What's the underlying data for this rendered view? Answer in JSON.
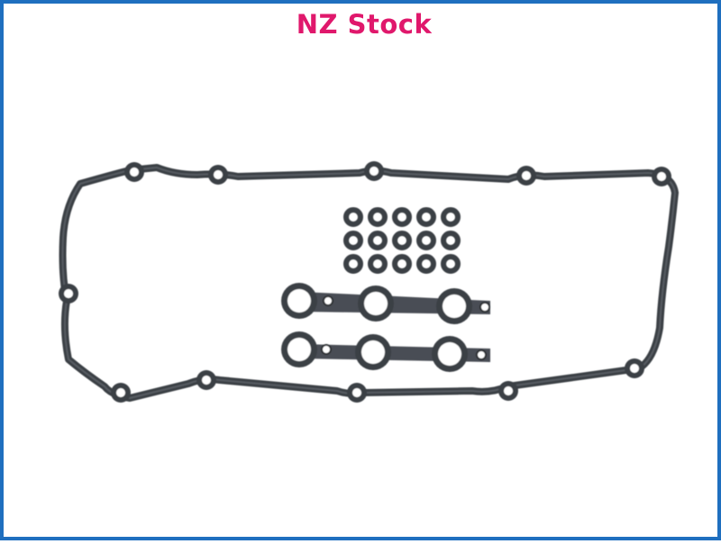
{
  "banner": {
    "title": "NZ Stock"
  },
  "colors": {
    "border": "#1f6fbf",
    "title": "#e0186c",
    "gasket": "#3b3f45",
    "background": "#ffffff"
  },
  "product": {
    "seal_rows": 3,
    "seals_per_row": 5,
    "spark_plug_gaskets": 2
  }
}
